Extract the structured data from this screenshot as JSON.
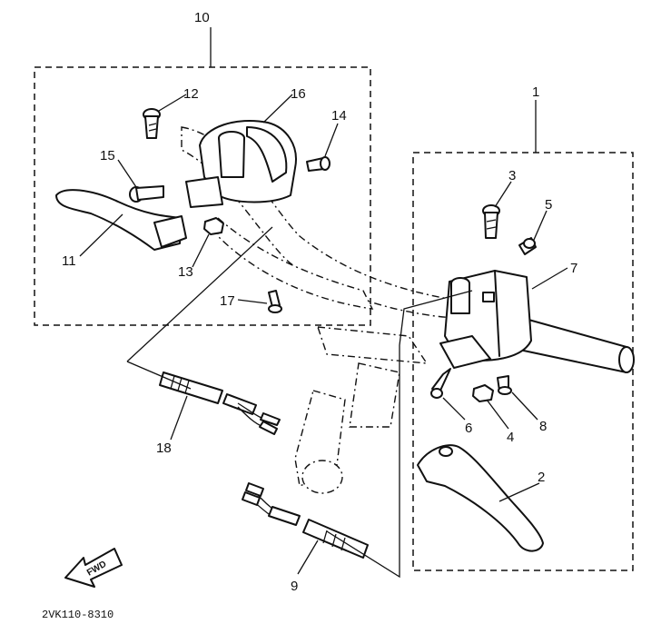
{
  "parts": {
    "p1": "1",
    "p2": "2",
    "p3": "3",
    "p4": "4",
    "p5": "5",
    "p6": "6",
    "p7": "7",
    "p8": "8",
    "p9": "9",
    "p10": "10",
    "p11": "11",
    "p12": "12",
    "p13": "13",
    "p14": "14",
    "p15": "15",
    "p16": "16",
    "p17": "17",
    "p18": "18"
  },
  "fwd_label": "FWD",
  "drawing_code": "2VK110-8310"
}
